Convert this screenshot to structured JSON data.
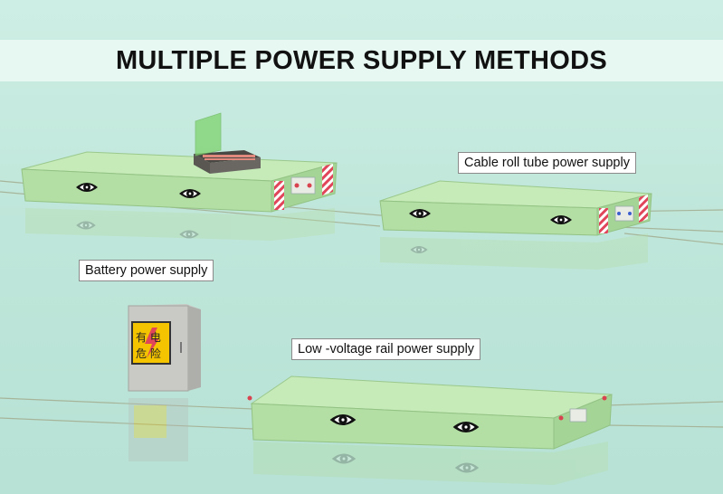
{
  "title": "MULTIPLE POWER SUPPLY METHODS",
  "labels": {
    "cable": "Cable roll tube power supply",
    "battery": "Battery power supply",
    "rail": "Low -voltage rail power supply"
  },
  "sign": {
    "line1": "有 电",
    "line2": "危 险"
  },
  "colors": {
    "background": "#bfe6da",
    "cart_top": "#c3e8b4",
    "cart_side": "#a9d89a",
    "stripe_red": "#e0455a",
    "warning_yellow": "#f4c400"
  }
}
